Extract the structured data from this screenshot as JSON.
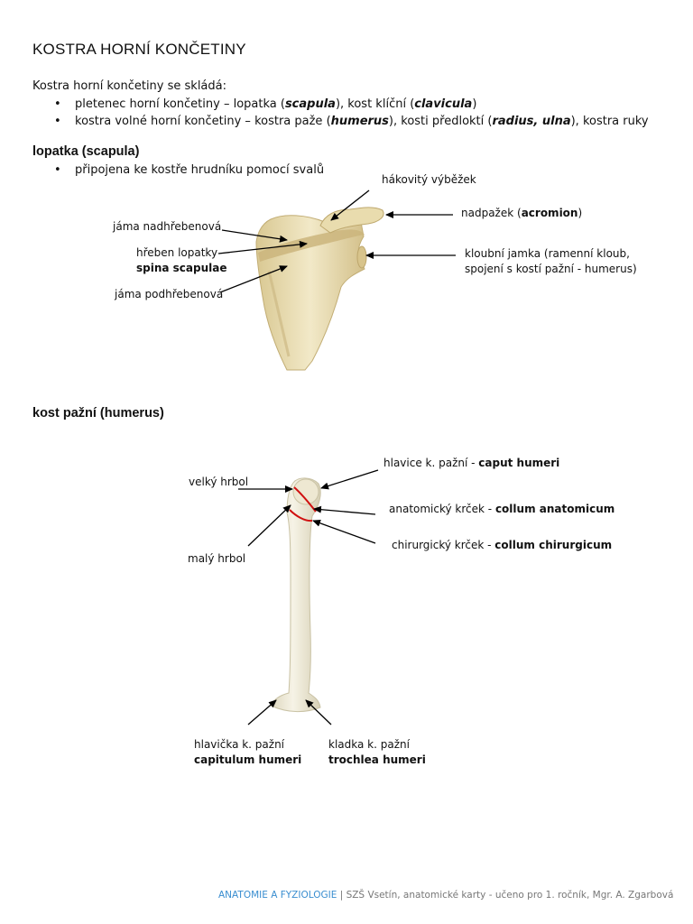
{
  "title": "KOSTRA HORNÍ KONČETINY",
  "intro": "Kostra horní končetiny se skládá:",
  "bullets": [
    {
      "a": "pletenec horní končetiny – lopatka (",
      "b1": "scapula",
      "c": "), kost klíční (",
      "b2": "clavicula",
      "d": ")"
    },
    {
      "a": "kostra volné horní končetiny – kostra paže (",
      "b1": "humerus",
      "c": "), kosti předloktí (",
      "b2": "radius, ulna",
      "d": "), kostra ruky"
    }
  ],
  "scapula": {
    "heading": "lopatka (scapula)",
    "bullet": "připojena ke kostře hrudníku pomocí svalů",
    "labels": {
      "hakovity": "hákovitý výběžek",
      "nadpazek_text": "nadpažek (",
      "nadpazek_bold": "acromion",
      "nadpazek_close": ")",
      "jama_nad": "jáma nadhřebenová",
      "hreben": "hřeben lopatky",
      "spina": "spina scapulae",
      "kloubni1": "kloubní jamka (ramenní kloub,",
      "kloubni2": "spojení s kostí pažní - humerus)",
      "jama_pod": "jáma podhřebenová"
    }
  },
  "humerus": {
    "heading": "kost pažní (humerus)",
    "labels": {
      "hlavice_text": "hlavice k. pažní - ",
      "hlavice_bold": "caput humeri",
      "velky": "velký hrbol",
      "anat_text": "anatomický krček - ",
      "anat_bold": "collum anatomicum",
      "chir_text": "chirurgický krček - ",
      "chir_bold": "collum chirurgicum",
      "maly": "malý hrbol",
      "hlavicka": "hlavička k. pažní",
      "capitulum": "capitulum humeri",
      "kladka": "kladka k. pažní",
      "trochlea": "trochlea humeri"
    }
  },
  "footer": {
    "accent_text": "ANATOMIE A FYZIOLOGIE",
    "separator": " | ",
    "rest": "SZŠ Vsetín, anatomické karty - učeno pro 1. ročník, Mgr. A. Zgarbová"
  },
  "colors": {
    "bone": "#e5d7a8",
    "bone_shadow": "#c9b47b",
    "neck_line": "#d01010",
    "footer_accent": "#3a8ed0"
  }
}
